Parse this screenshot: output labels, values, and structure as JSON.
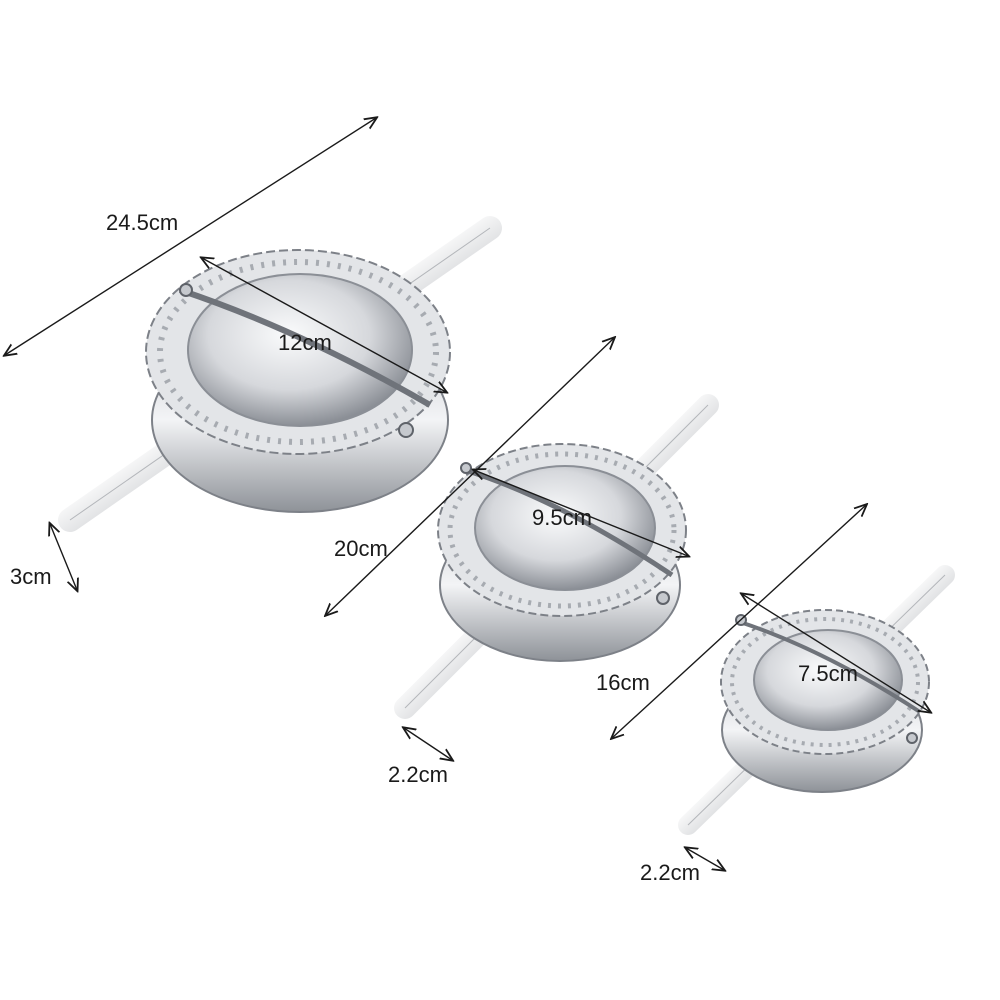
{
  "product": {
    "colors": {
      "background": "#ffffff",
      "steel_light": "#f2f3f5",
      "steel_mid": "#b9bcc2",
      "steel_dark": "#6f737a",
      "dimension_line": "#1a1a1a"
    },
    "large": {
      "overall_length": "24.5cm",
      "diameter": "12cm",
      "handle_width": "3cm"
    },
    "medium": {
      "overall_length": "20cm",
      "diameter": "9.5cm",
      "handle_width": "2.2cm"
    },
    "small": {
      "overall_length": "16cm",
      "diameter": "7.5cm",
      "handle_width": "2.2cm"
    }
  }
}
